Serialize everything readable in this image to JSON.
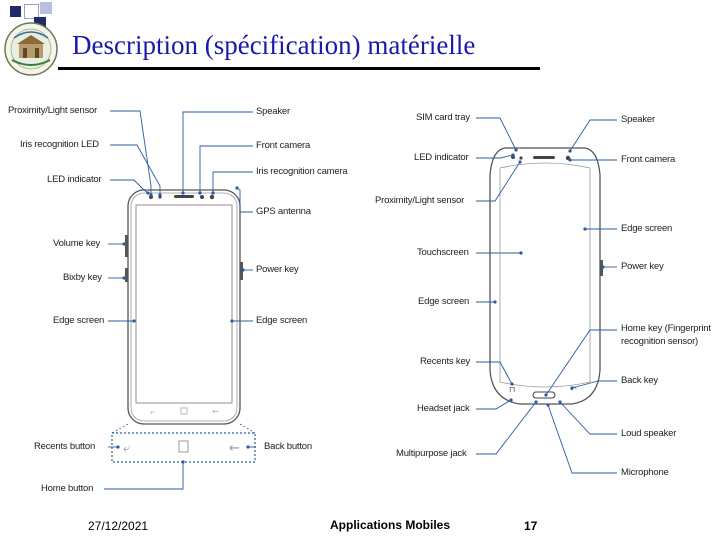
{
  "slide": {
    "title": "Description (spécification) matérielle",
    "footer": {
      "date": "27/12/2021",
      "course": "Applications Mobiles",
      "page": "17"
    }
  },
  "left_phone": {
    "labels": {
      "proximity": "Proximity/Light sensor",
      "iris_led": "Iris recognition LED",
      "led": "LED indicator",
      "volume": "Volume key",
      "bixby": "Bixby key",
      "edge_left": "Edge screen",
      "speaker": "Speaker",
      "front_camera": "Front camera",
      "iris_camera": "Iris recognition camera",
      "gps": "GPS antenna",
      "power": "Power key",
      "edge_right": "Edge screen",
      "recents": "Recents button",
      "back": "Back button",
      "home": "Home button"
    }
  },
  "right_phone": {
    "labels": {
      "sim": "SIM card tray",
      "led": "LED indicator",
      "proximity": "Proximity/Light sensor",
      "touchscreen": "Touchscreen",
      "edge": "Edge screen",
      "recents": "Recents key",
      "headset": "Headset jack",
      "multipurpose": "Multipurpose jack",
      "speaker": "Speaker",
      "front_camera": "Front camera",
      "edge_right": "Edge screen",
      "power": "Power key",
      "home_key_line1": "Home key (Fingerprint",
      "home_key_line2": "recognition sensor)",
      "back": "Back key",
      "loud_speaker": "Loud speaker",
      "microphone": "Microphone"
    }
  },
  "colors": {
    "title": "#1a1aa8",
    "leader": "#2a5d9f",
    "deco_dark": "#1f2a6b",
    "deco_light": "#b8bfe0"
  }
}
